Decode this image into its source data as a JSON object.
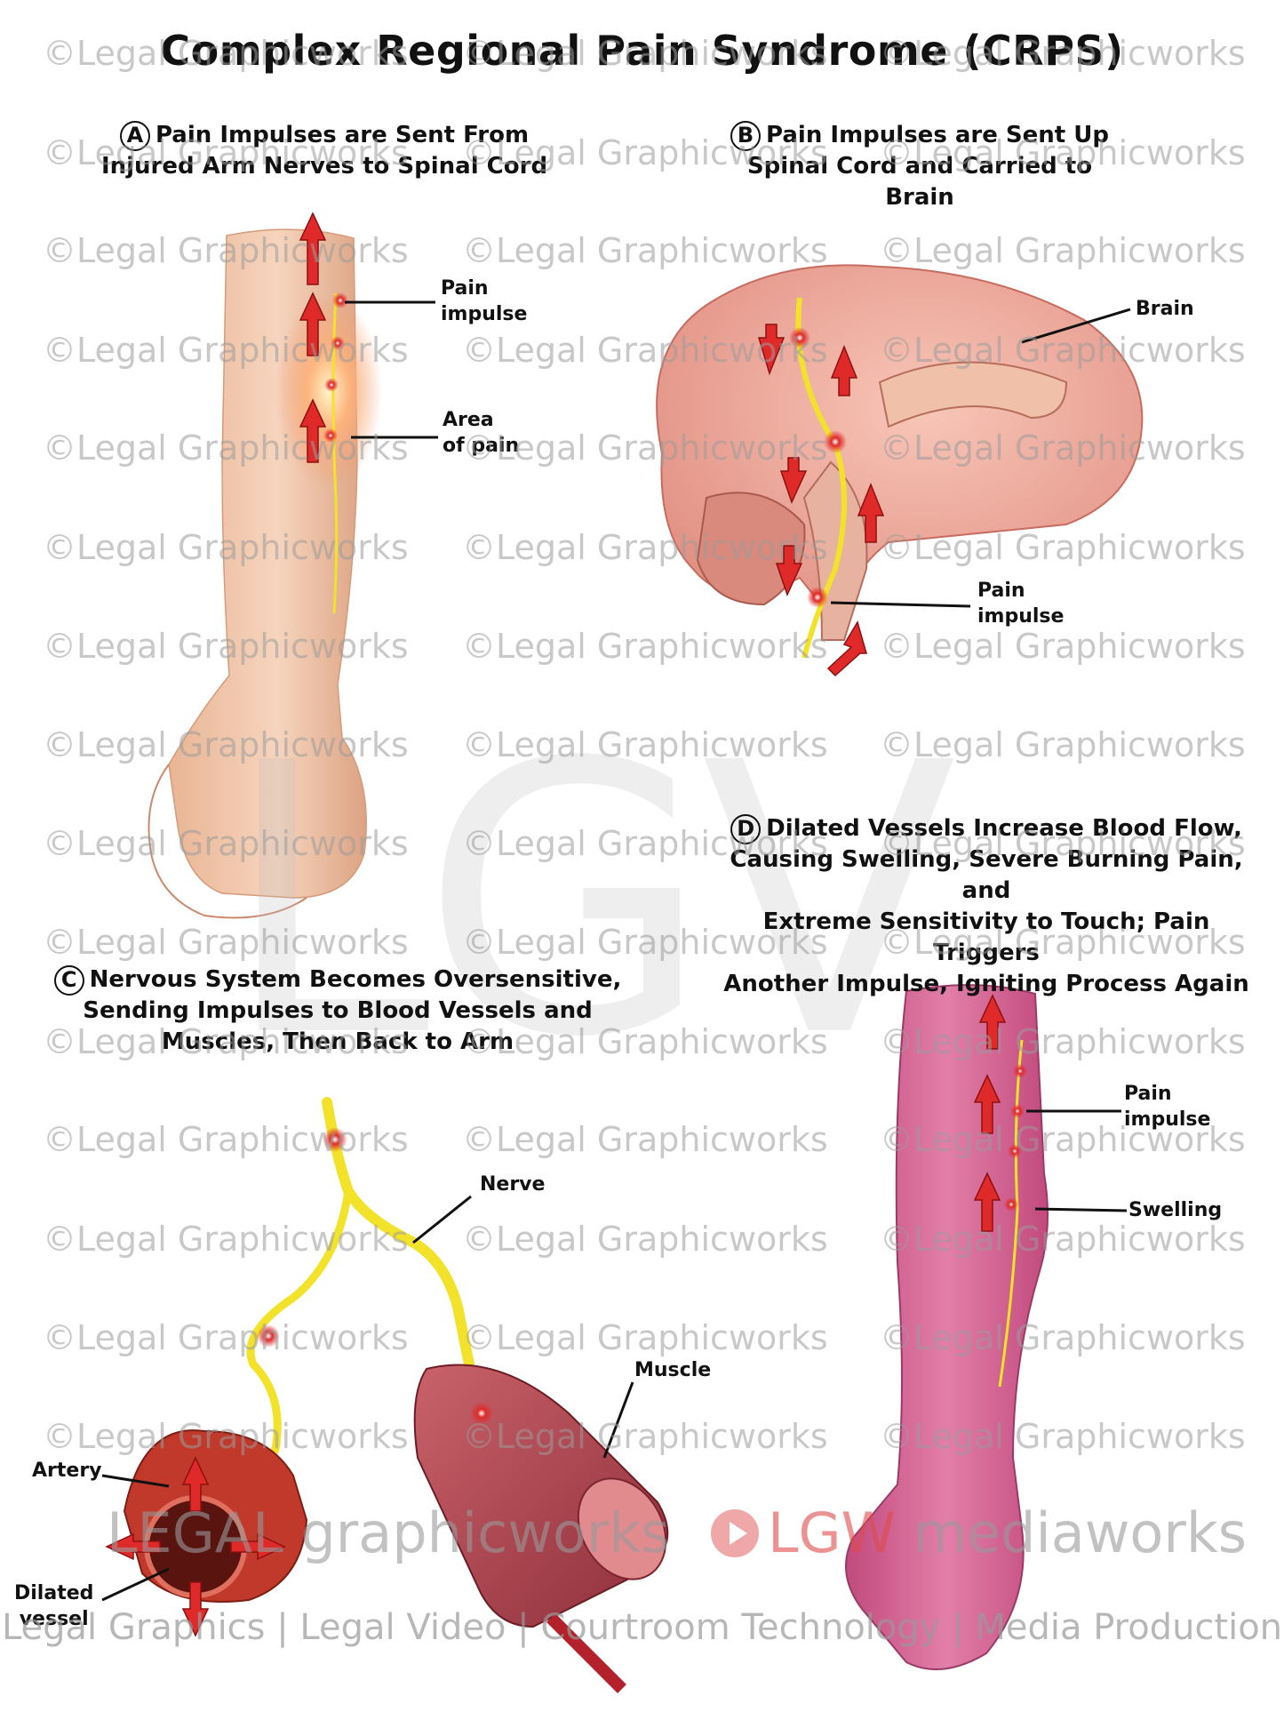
{
  "title": "Complex Regional Pain Syndrome (CRPS)",
  "panels": {
    "a": {
      "badge": "A",
      "line1": "Pain Impulses are Sent From",
      "line2": "Injured Arm Nerves to Spinal Cord",
      "label_pain": [
        "Pain",
        "impulse"
      ],
      "label_area": [
        "Area",
        "of pain"
      ]
    },
    "b": {
      "badge": "B",
      "line1": "Pain Impulses are Sent Up",
      "line2": "Spinal Cord and Carried to Brain",
      "label_brain": "Brain",
      "label_pain": [
        "Pain",
        "impulse"
      ]
    },
    "c": {
      "badge": "C",
      "line1": "Nervous System Becomes Oversensitive,",
      "line2": "Sending Impulses to Blood Vessels and",
      "line3": "Muscles, Then Back to Arm",
      "label_nerve": "Nerve",
      "label_muscle": "Muscle",
      "label_artery": "Artery",
      "label_dilated": [
        "Dilated",
        "vessel"
      ]
    },
    "d": {
      "badge": "D",
      "line1": "Dilated Vessels Increase Blood Flow,",
      "line2": "Causing Swelling, Severe Burning Pain, and",
      "line3": "Extreme Sensitivity to Touch; Pain Triggers",
      "line4": "Another Impulse, Igniting Process Again",
      "label_pain": [
        "Pain",
        "impulse"
      ],
      "label_swelling": "Swelling"
    }
  },
  "watermark": "©Legal Graphicworks",
  "branding": {
    "lgv_mark": "LGV",
    "logo_left": "LEGAL graphicworks",
    "logo_right_accent": "LGW",
    "logo_right_rest": "mediaworks",
    "tagline": "Legal Graphics | Legal Video | Courtroom Technology | Media Production"
  },
  "colors": {
    "arrow": "#e02a2a",
    "nerve": "#f2e22a",
    "skin": "#f1c6a8",
    "brain": "#eea89a",
    "swollen": "#d85a8c",
    "artery": "#c0392b"
  }
}
